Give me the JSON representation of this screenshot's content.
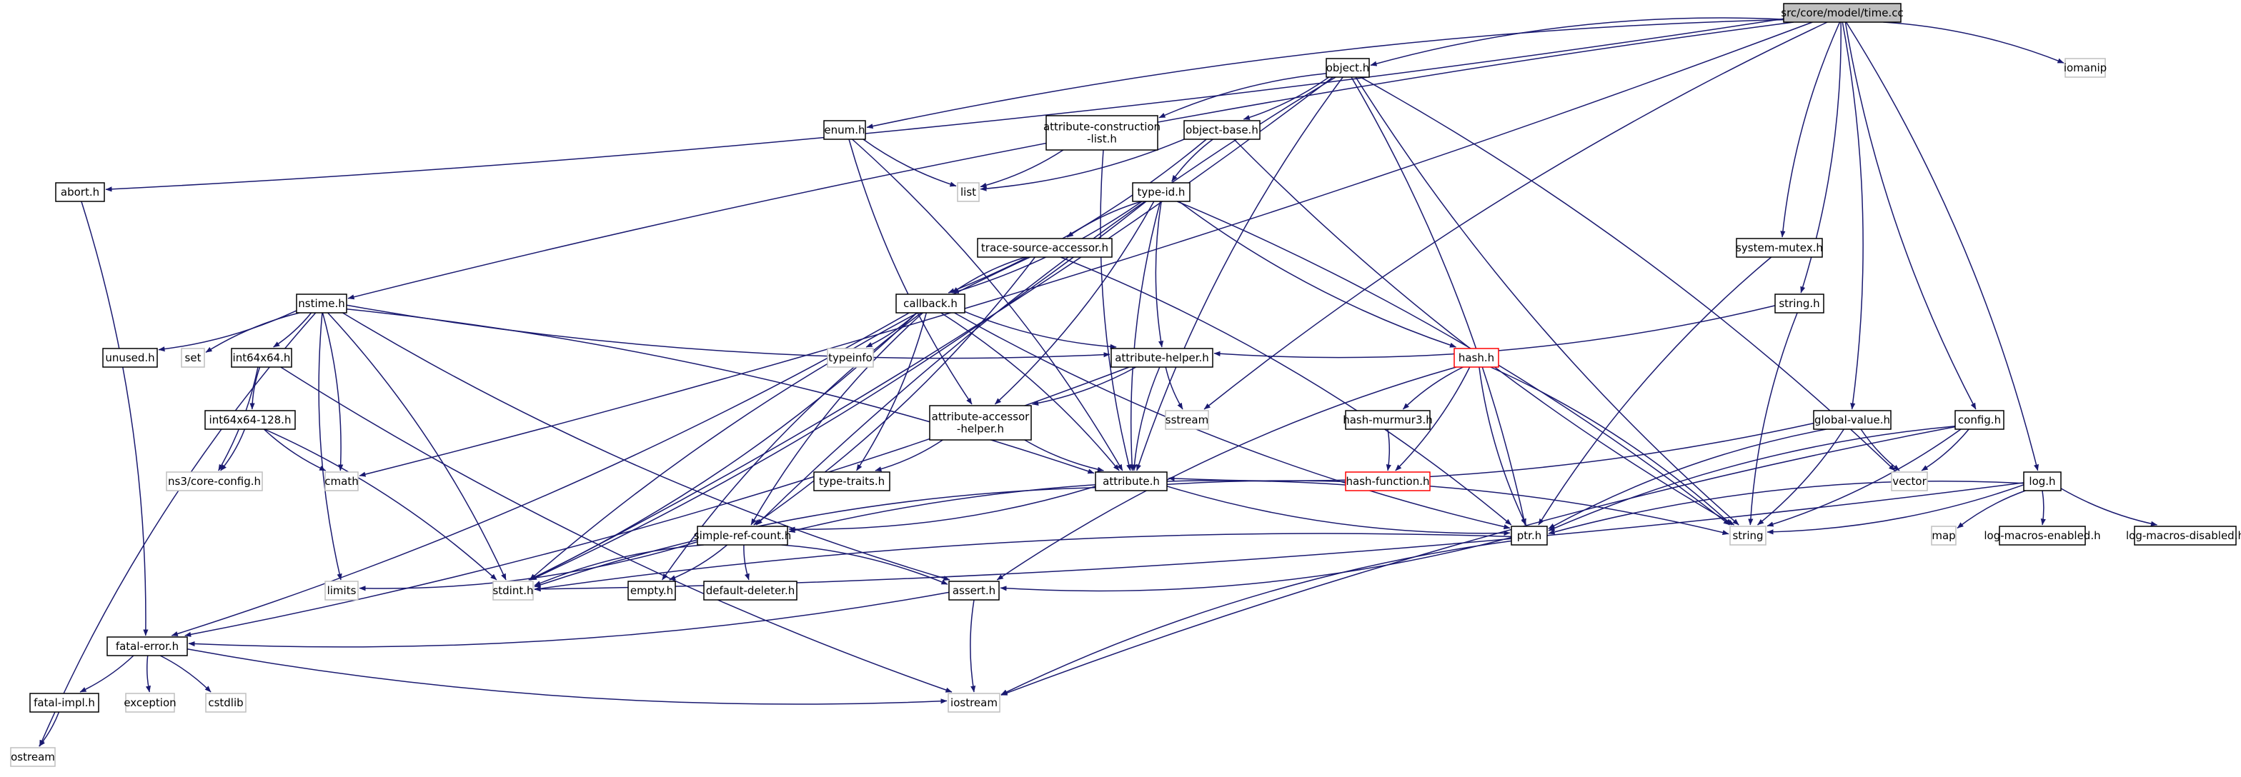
{
  "diagram": {
    "kind": "include dependency graph",
    "colors": {
      "edge": "#191970",
      "root_fill": "#bfbfbf",
      "external_border": "#bfbfbf",
      "truncated_border": "#ff0000"
    },
    "nodes": [
      {
        "id": "time_cc",
        "label": "src/core/model/time.cc",
        "style": "root"
      },
      {
        "id": "object_h",
        "label": "object.h",
        "style": "normal"
      },
      {
        "id": "iomanip",
        "label": "iomanip",
        "style": "external"
      },
      {
        "id": "enum_h",
        "label": "enum.h",
        "style": "normal"
      },
      {
        "id": "attr_construction",
        "label": [
          "attribute-construction",
          "-list.h"
        ],
        "style": "normal"
      },
      {
        "id": "object_base",
        "label": "object-base.h",
        "style": "normal"
      },
      {
        "id": "abort_h",
        "label": "abort.h",
        "style": "normal"
      },
      {
        "id": "list",
        "label": "list",
        "style": "external"
      },
      {
        "id": "type_id",
        "label": "type-id.h",
        "style": "normal"
      },
      {
        "id": "trace_src",
        "label": "trace-source-accessor.h",
        "style": "normal"
      },
      {
        "id": "system_mutex",
        "label": "system-mutex.h",
        "style": "normal"
      },
      {
        "id": "nstime",
        "label": "nstime.h",
        "style": "normal"
      },
      {
        "id": "callback",
        "label": "callback.h",
        "style": "normal"
      },
      {
        "id": "string_h",
        "label": "string.h",
        "style": "normal"
      },
      {
        "id": "unused",
        "label": "unused.h",
        "style": "normal"
      },
      {
        "id": "set",
        "label": "set",
        "style": "external"
      },
      {
        "id": "int64x64",
        "label": "int64x64.h",
        "style": "normal"
      },
      {
        "id": "typeinfo",
        "label": "typeinfo",
        "style": "external"
      },
      {
        "id": "attr_helper",
        "label": "attribute-helper.h",
        "style": "normal"
      },
      {
        "id": "hash_h",
        "label": "hash.h",
        "style": "truncated"
      },
      {
        "id": "sstream",
        "label": "sstream",
        "style": "external"
      },
      {
        "id": "attr_accessor",
        "label": [
          "attribute-accessor",
          "-helper.h"
        ],
        "style": "normal"
      },
      {
        "id": "int128",
        "label": "int64x64-128.h",
        "style": "normal"
      },
      {
        "id": "hash_murmur",
        "label": "hash-murmur3.h",
        "style": "normal"
      },
      {
        "id": "global_value",
        "label": "global-value.h",
        "style": "normal"
      },
      {
        "id": "config_h",
        "label": "config.h",
        "style": "normal"
      },
      {
        "id": "ns3_config",
        "label": "ns3/core-config.h",
        "style": "external"
      },
      {
        "id": "cmath",
        "label": "cmath",
        "style": "external"
      },
      {
        "id": "type_traits",
        "label": "type-traits.h",
        "style": "normal"
      },
      {
        "id": "attribute_h",
        "label": "attribute.h",
        "style": "normal"
      },
      {
        "id": "hash_function",
        "label": "hash-function.h",
        "style": "truncated"
      },
      {
        "id": "vector",
        "label": "vector",
        "style": "external"
      },
      {
        "id": "log_h",
        "label": "log.h",
        "style": "normal"
      },
      {
        "id": "simple_ref",
        "label": "simple-ref-count.h",
        "style": "normal"
      },
      {
        "id": "ptr_h",
        "label": "ptr.h",
        "style": "normal"
      },
      {
        "id": "string_std",
        "label": "string",
        "style": "external"
      },
      {
        "id": "map",
        "label": "map",
        "style": "external"
      },
      {
        "id": "log_enabled",
        "label": "log-macros-enabled.h",
        "style": "normal"
      },
      {
        "id": "log_disabled",
        "label": "log-macros-disabled.h",
        "style": "normal"
      },
      {
        "id": "limits",
        "label": "limits",
        "style": "external"
      },
      {
        "id": "stdint",
        "label": "stdint.h",
        "style": "external"
      },
      {
        "id": "empty_h",
        "label": "empty.h",
        "style": "normal"
      },
      {
        "id": "default_deleter",
        "label": "default-deleter.h",
        "style": "normal"
      },
      {
        "id": "assert_h",
        "label": "assert.h",
        "style": "normal"
      },
      {
        "id": "fatal_error",
        "label": "fatal-error.h",
        "style": "normal"
      },
      {
        "id": "fatal_impl",
        "label": "fatal-impl.h",
        "style": "normal"
      },
      {
        "id": "exception",
        "label": "exception",
        "style": "external"
      },
      {
        "id": "cstdlib",
        "label": "cstdlib",
        "style": "external"
      },
      {
        "id": "iostream",
        "label": "iostream",
        "style": "external"
      },
      {
        "id": "ostream",
        "label": "ostream",
        "style": "external"
      }
    ],
    "edges": [
      [
        "time_cc",
        "object_h"
      ],
      [
        "time_cc",
        "iomanip"
      ],
      [
        "time_cc",
        "enum_h"
      ],
      [
        "time_cc",
        "abort_h"
      ],
      [
        "time_cc",
        "nstime"
      ],
      [
        "time_cc",
        "cmath"
      ],
      [
        "time_cc",
        "system_mutex"
      ],
      [
        "time_cc",
        "string_h"
      ],
      [
        "time_cc",
        "sstream"
      ],
      [
        "time_cc",
        "global_value"
      ],
      [
        "time_cc",
        "config_h"
      ],
      [
        "time_cc",
        "log_h"
      ],
      [
        "object_h",
        "attr_construction"
      ],
      [
        "object_h",
        "object_base"
      ],
      [
        "object_h",
        "simple_ref"
      ],
      [
        "object_h",
        "stdint"
      ],
      [
        "object_h",
        "attribute_h"
      ],
      [
        "object_h",
        "ptr_h"
      ],
      [
        "object_h",
        "string_std"
      ],
      [
        "object_h",
        "vector"
      ],
      [
        "enum_h",
        "list"
      ],
      [
        "enum_h",
        "attribute_h"
      ],
      [
        "enum_h",
        "attr_accessor"
      ],
      [
        "attr_construction",
        "list"
      ],
      [
        "attr_construction",
        "attribute_h"
      ],
      [
        "object_base",
        "list"
      ],
      [
        "object_base",
        "type_id"
      ],
      [
        "object_base",
        "callback"
      ],
      [
        "object_base",
        "string_std"
      ],
      [
        "abort_h",
        "fatal_error"
      ],
      [
        "type_id",
        "trace_src"
      ],
      [
        "type_id",
        "callback"
      ],
      [
        "type_id",
        "attr_helper"
      ],
      [
        "type_id",
        "attr_accessor"
      ],
      [
        "type_id",
        "hash_h"
      ],
      [
        "type_id",
        "stdint"
      ],
      [
        "type_id",
        "attribute_h"
      ],
      [
        "type_id",
        "string_std"
      ],
      [
        "trace_src",
        "callback"
      ],
      [
        "trace_src",
        "simple_ref"
      ],
      [
        "trace_src",
        "stdint"
      ],
      [
        "trace_src",
        "ptr_h"
      ],
      [
        "system_mutex",
        "ptr_h"
      ],
      [
        "string_h",
        "attr_helper"
      ],
      [
        "string_h",
        "string_std"
      ],
      [
        "nstime",
        "unused"
      ],
      [
        "nstime",
        "set"
      ],
      [
        "nstime",
        "int64x64"
      ],
      [
        "nstime",
        "attr_helper"
      ],
      [
        "nstime",
        "cmath"
      ],
      [
        "nstime",
        "limits"
      ],
      [
        "nstime",
        "stdint"
      ],
      [
        "nstime",
        "assert_h"
      ],
      [
        "nstime",
        "attribute_h"
      ],
      [
        "nstime",
        "ostream"
      ],
      [
        "callback",
        "typeinfo"
      ],
      [
        "callback",
        "attr_helper"
      ],
      [
        "callback",
        "attribute_h"
      ],
      [
        "callback",
        "ptr_h"
      ],
      [
        "callback",
        "fatal_error"
      ],
      [
        "callback",
        "simple_ref"
      ],
      [
        "callback",
        "type_traits"
      ],
      [
        "callback",
        "empty_h"
      ],
      [
        "callback",
        "stdint"
      ],
      [
        "int64x64",
        "int128"
      ],
      [
        "int64x64",
        "ns3_config"
      ],
      [
        "int64x64",
        "iostream"
      ],
      [
        "int128",
        "ns3_config"
      ],
      [
        "int128",
        "cmath"
      ],
      [
        "int128",
        "stdint"
      ],
      [
        "attr_helper",
        "sstream"
      ],
      [
        "attr_helper",
        "attr_accessor"
      ],
      [
        "attr_helper",
        "attribute_h"
      ],
      [
        "attr_helper",
        "fatal_error"
      ],
      [
        "attr_accessor",
        "attribute_h"
      ],
      [
        "attr_accessor",
        "type_traits"
      ],
      [
        "hash_h",
        "hash_murmur"
      ],
      [
        "hash_h",
        "hash_function"
      ],
      [
        "hash_h",
        "ptr_h"
      ],
      [
        "hash_h",
        "string_std"
      ],
      [
        "hash_h",
        "assert_h"
      ],
      [
        "hash_murmur",
        "hash_function"
      ],
      [
        "hash_function",
        "simple_ref"
      ],
      [
        "global_value",
        "attribute_h"
      ],
      [
        "global_value",
        "ptr_h"
      ],
      [
        "global_value",
        "string_std"
      ],
      [
        "global_value",
        "vector"
      ],
      [
        "config_h",
        "vector"
      ],
      [
        "config_h",
        "ptr_h"
      ],
      [
        "config_h",
        "string_std"
      ],
      [
        "config_h",
        "iostream"
      ],
      [
        "log_h",
        "string_std"
      ],
      [
        "log_h",
        "map"
      ],
      [
        "log_h",
        "log_enabled"
      ],
      [
        "log_h",
        "log_disabled"
      ],
      [
        "log_h",
        "stdint"
      ],
      [
        "log_h",
        "ptr_h"
      ],
      [
        "attribute_h",
        "simple_ref"
      ],
      [
        "attribute_h",
        "ptr_h"
      ],
      [
        "attribute_h",
        "string_std"
      ],
      [
        "attribute_h",
        "stdint"
      ],
      [
        "simple_ref",
        "limits"
      ],
      [
        "simple_ref",
        "stdint"
      ],
      [
        "simple_ref",
        "empty_h"
      ],
      [
        "simple_ref",
        "default_deleter"
      ],
      [
        "simple_ref",
        "assert_h"
      ],
      [
        "ptr_h",
        "stdint"
      ],
      [
        "ptr_h",
        "assert_h"
      ],
      [
        "ptr_h",
        "iostream"
      ],
      [
        "assert_h",
        "fatal_error"
      ],
      [
        "assert_h",
        "iostream"
      ],
      [
        "fatal_error",
        "fatal_impl"
      ],
      [
        "fatal_error",
        "exception"
      ],
      [
        "fatal_error",
        "cstdlib"
      ],
      [
        "fatal_error",
        "iostream"
      ],
      [
        "fatal_impl",
        "ostream"
      ]
    ]
  }
}
